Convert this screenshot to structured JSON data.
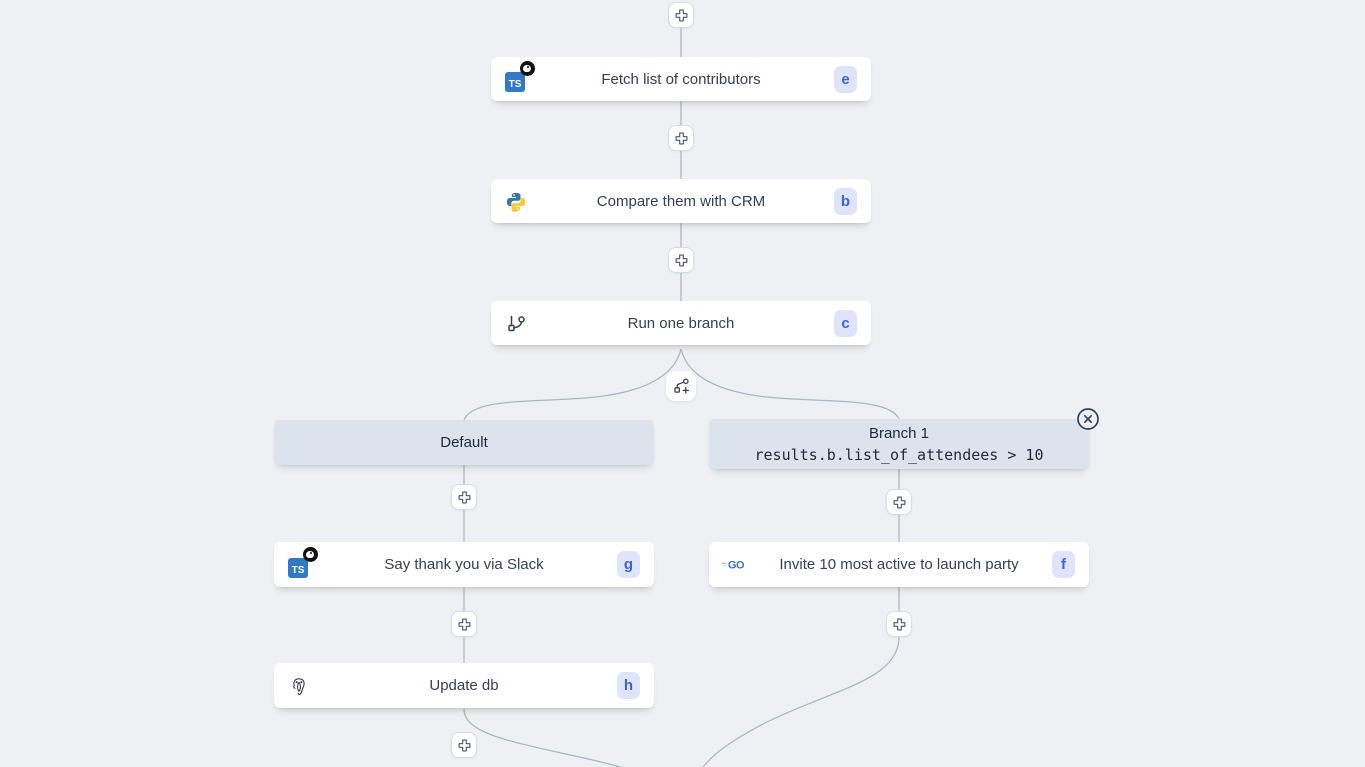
{
  "app": {
    "name": "workflow-builder-canvas"
  },
  "colors": {
    "background": "#eef0f4",
    "edge": "#aeb4bf",
    "node_bg": "#ffffff",
    "node_text": "#334155",
    "badge_bg": "#dde4fb",
    "badge_text": "#3c63d9",
    "branch_header_bg": "#dce3ed",
    "branch_header_text": "#1e293b",
    "typescript_blue": "#3178c6",
    "python_blue": "#3776ab",
    "python_yellow": "#f7ca3e",
    "go_blue": "#3a70c6",
    "icon_slate": "#334155"
  },
  "icons": {
    "ts_text": "TS",
    "go_text": "GO"
  },
  "nodes": {
    "fetch": {
      "label": "Fetch list of contributors",
      "badge": "e",
      "icon": "typescript-deno-icon"
    },
    "compare": {
      "label": "Compare them with CRM",
      "badge": "b",
      "icon": "python-icon"
    },
    "runner": {
      "label": "Run one branch",
      "badge": "c",
      "icon": "git-branch-icon"
    },
    "slack": {
      "label": "Say thank you via Slack",
      "badge": "g",
      "icon": "typescript-deno-icon"
    },
    "update_db": {
      "label": "Update db",
      "badge": "h",
      "icon": "postgresql-icon"
    },
    "invite": {
      "label": "Invite 10 most active to launch party",
      "badge": "f",
      "icon": "go-icon"
    }
  },
  "branches": {
    "default_label": "Default",
    "branch1_title": "Branch 1",
    "branch1_condition": "results.b.list_of_attendees > 10"
  }
}
